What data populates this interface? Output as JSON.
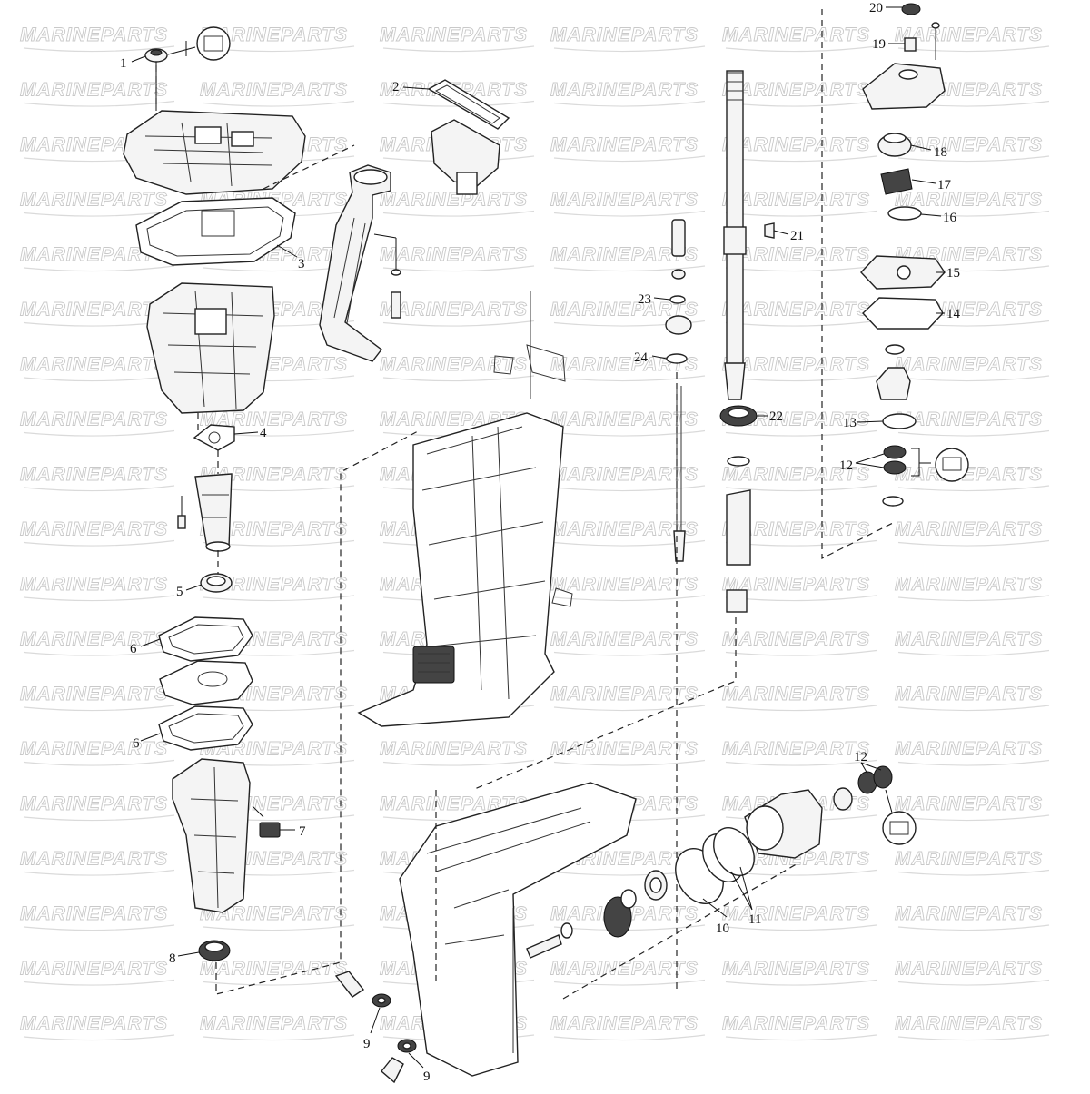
{
  "watermark": {
    "brand": "MARINEPARTS"
  },
  "callouts": [
    {
      "id": "c1",
      "label": "1"
    },
    {
      "id": "c2",
      "label": "2"
    },
    {
      "id": "c3",
      "label": "3"
    },
    {
      "id": "c4",
      "label": "4"
    },
    {
      "id": "c5",
      "label": "5"
    },
    {
      "id": "c6a",
      "label": "6"
    },
    {
      "id": "c6b",
      "label": "6"
    },
    {
      "id": "c7",
      "label": "7"
    },
    {
      "id": "c8",
      "label": "8"
    },
    {
      "id": "c9a",
      "label": "9"
    },
    {
      "id": "c9b",
      "label": "9"
    },
    {
      "id": "c10",
      "label": "10"
    },
    {
      "id": "c11",
      "label": "11"
    },
    {
      "id": "c12a",
      "label": "12"
    },
    {
      "id": "c12b",
      "label": "12"
    },
    {
      "id": "c13",
      "label": "13"
    },
    {
      "id": "c14",
      "label": "14"
    },
    {
      "id": "c15",
      "label": "15"
    },
    {
      "id": "c16",
      "label": "16"
    },
    {
      "id": "c17",
      "label": "17"
    },
    {
      "id": "c18",
      "label": "18"
    },
    {
      "id": "c19",
      "label": "19"
    },
    {
      "id": "c20",
      "label": "20"
    },
    {
      "id": "c21",
      "label": "21"
    },
    {
      "id": "c22",
      "label": "22"
    },
    {
      "id": "c23",
      "label": "23"
    },
    {
      "id": "c24",
      "label": "24"
    }
  ]
}
